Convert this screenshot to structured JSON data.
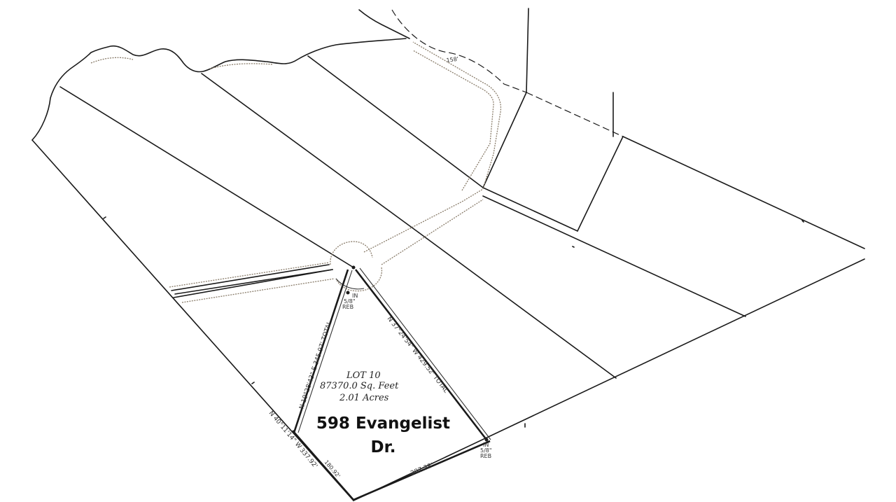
{
  "lot": {
    "name": "LOT 10",
    "area_sqft": "87370.0 Sq. Feet",
    "area_acres": "2.01 Acres"
  },
  "address": {
    "line1": "598 Evangelist",
    "line2": "Dr."
  },
  "bearings": {
    "west_line": "N 19°28'43\" E  345.97' TOTAL",
    "east_line": "N 37°24'54\" W  429.52' TOTAL",
    "southwest_line": "N 40°11'14\" W",
    "southwest_dist": "337.92'",
    "southwest_segment": "180.92'",
    "south_line": "287.38'",
    "north_road": "158'"
  },
  "monuments": {
    "north_pin": "IN",
    "north_pin_size": "5/8\"",
    "north_pin_type": "REB",
    "south_pin": "IN",
    "south_pin_size": "5/8\"",
    "south_pin_type": "REB"
  }
}
